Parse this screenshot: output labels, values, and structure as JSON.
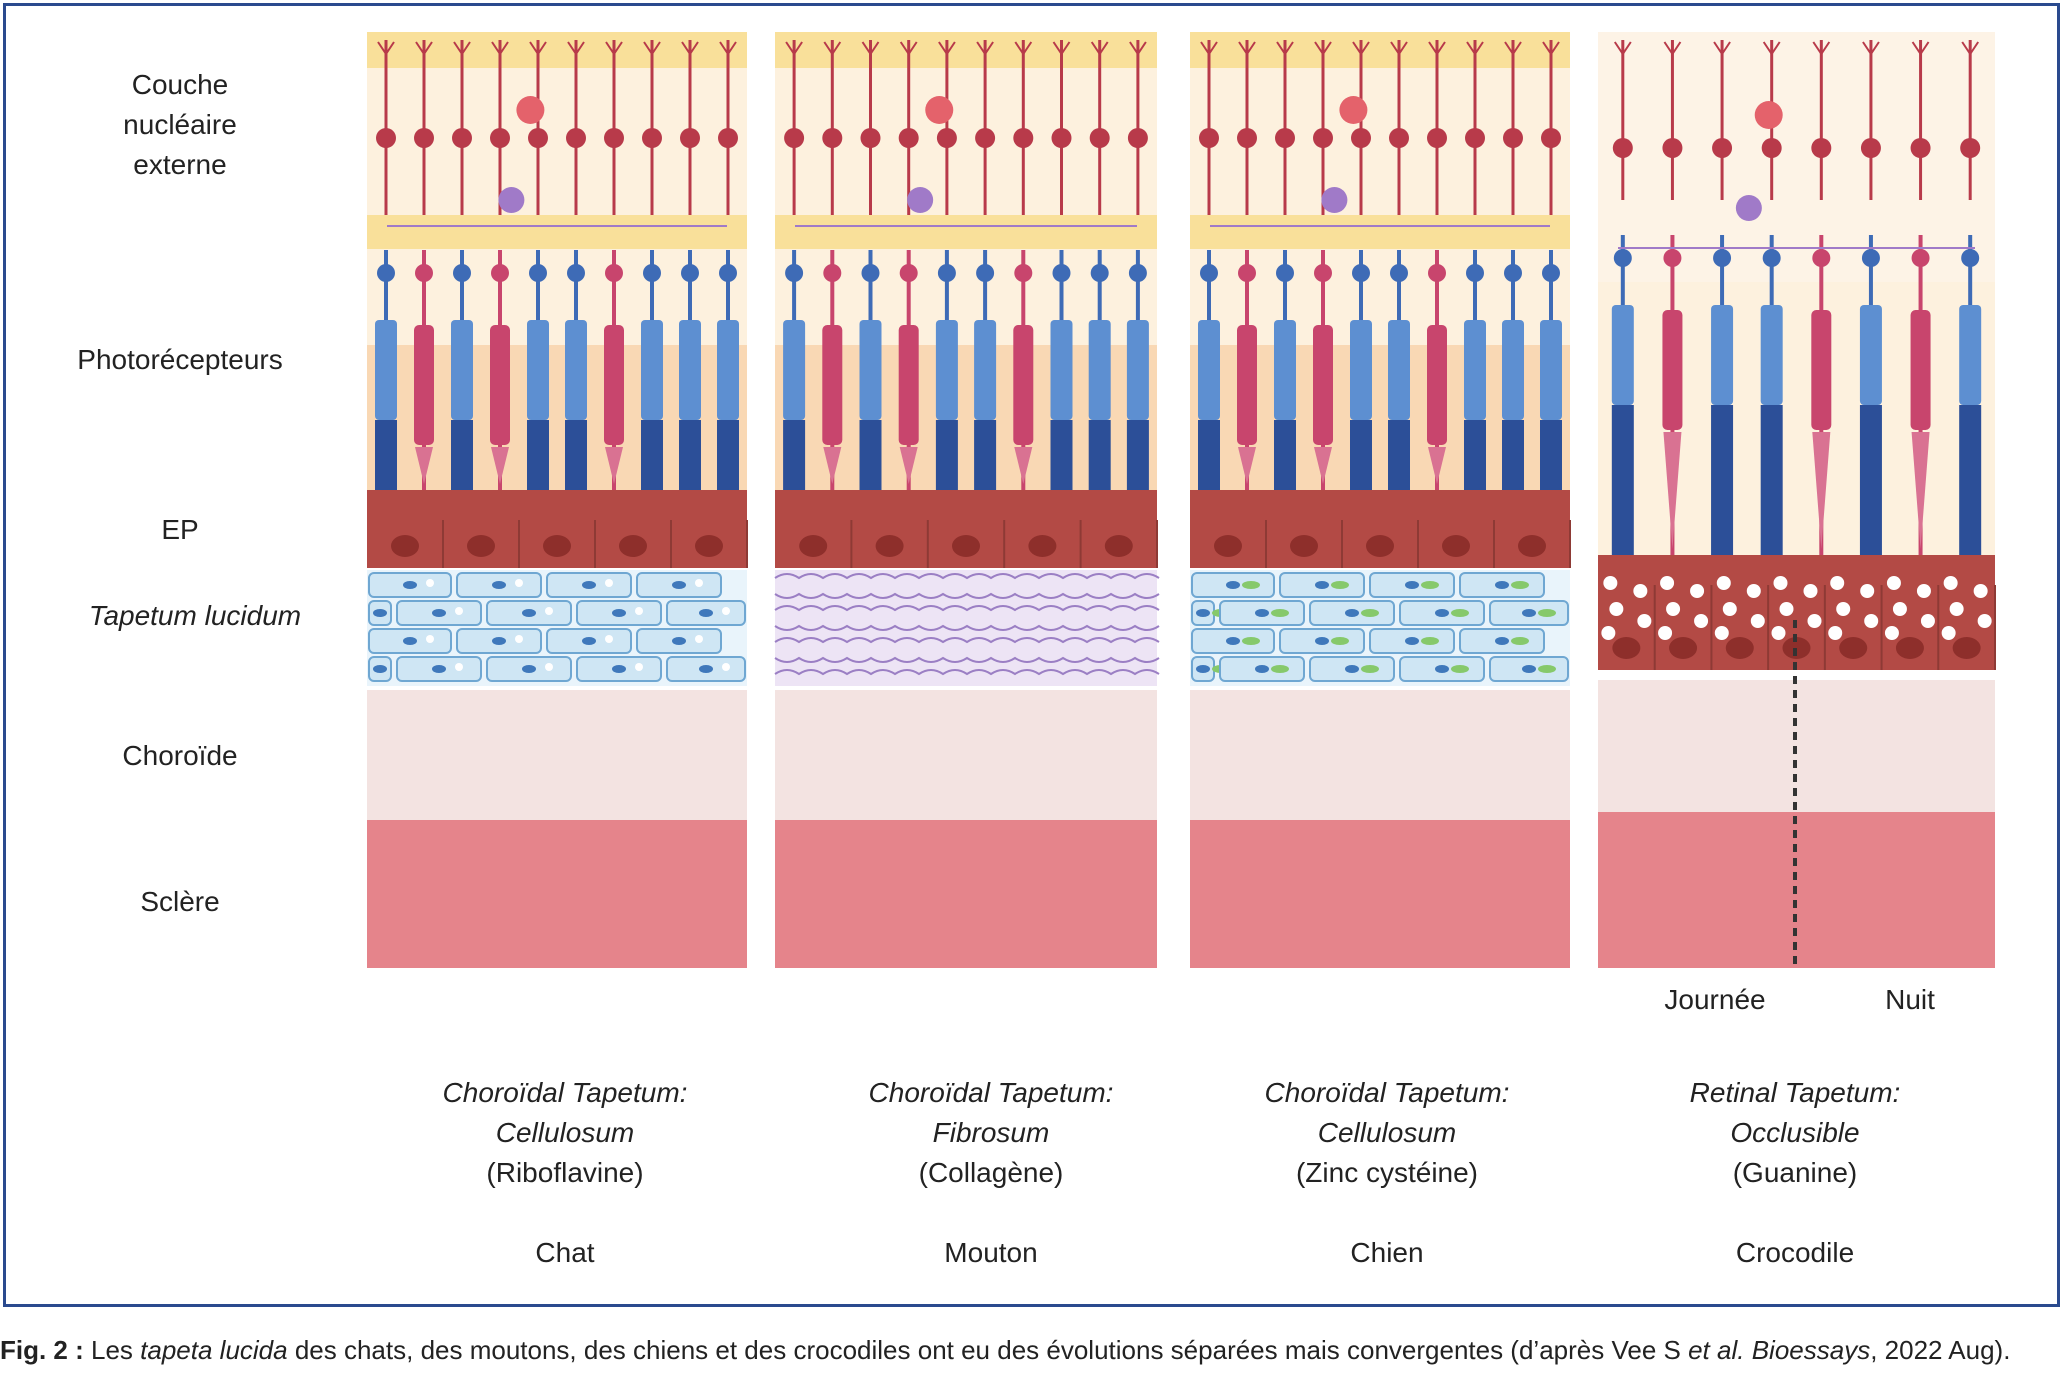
{
  "row_labels": {
    "outer_nuclear_line1": "Couche",
    "outer_nuclear_line2": "nucléaire",
    "outer_nuclear_line3": "externe",
    "photoreceptors": "Photorécepteurs",
    "rpe": "EP",
    "tapetum": "Tapetum lucidum",
    "choroid": "Choroïde",
    "sclera": "Sclère"
  },
  "columns": [
    {
      "type_line1": "Choroïdal Tapetum:",
      "type_line2": "Cellulosum",
      "material": "(Riboflavine)",
      "animal": "Chat"
    },
    {
      "type_line1": "Choroïdal Tapetum:",
      "type_line2": "Fibrosum",
      "material": "(Collagène)",
      "animal": "Mouton"
    },
    {
      "type_line1": "Choroïdal Tapetum:",
      "type_line2": "Cellulosum",
      "material": "(Zinc cystéine)",
      "animal": "Chien"
    },
    {
      "type_line1": "Retinal Tapetum:",
      "type_line2": "Occlusible",
      "material": "(Guanine)",
      "animal": "Crocodile"
    }
  ],
  "crocodile_modes": {
    "day": "Journée",
    "night": "Nuit"
  },
  "caption": {
    "fig": "Fig. 2 :",
    "t1": " Les ",
    "t2": "tapeta lucida",
    "t3": " des chats, des moutons, des chiens et des crocodiles ont eu des évolutions séparées mais convergentes (d’après Vee S ",
    "t4": "et al.",
    "t5": " ",
    "t6": "Bioessays",
    "t7": ", 2022 Aug)."
  },
  "colors": {
    "frame": "#2a4a8e",
    "rod": "#3e6bb6",
    "cone": "#c8456d",
    "bipolar_cell": "#b83a4a",
    "rpe": "#b34a45",
    "choroid": "#f3e3e1",
    "sclera": "#e5848b",
    "tapetum_cellulosum": "#cfe6f4",
    "tapetum_fibrosum": "#c9b6dd"
  }
}
